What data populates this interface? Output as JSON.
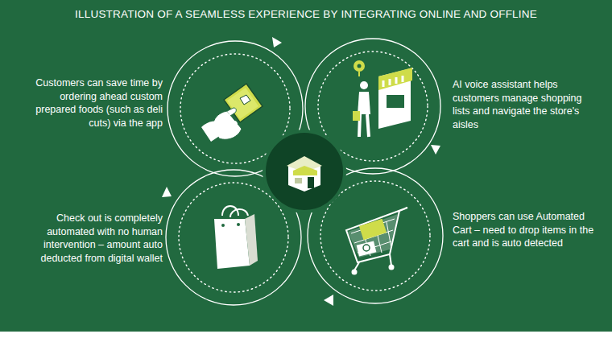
{
  "diagram": {
    "title": "ILLUSTRATION OF A SEAMLESS EXPERIENCE BY INTEGRATING ONLINE AND OFFLINE",
    "labels": [
      "Customers can save time by ordering ahead custom prepared foods (such as deli cuts) via the app",
      "AI voice assistant helps customers manage shopping lists and navigate the store's aisles",
      "Shoppers can use Automated Cart – need to drop items in the cart and is auto detected",
      "Check out is completely automated with no human intervention – amount auto deducted from digital wallet"
    ]
  }
}
